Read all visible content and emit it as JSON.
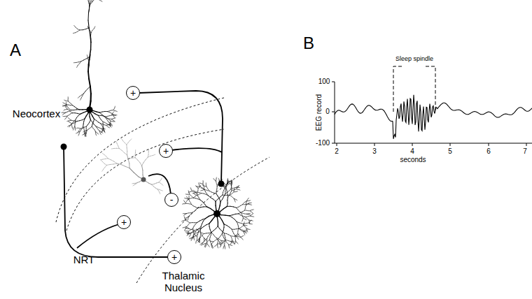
{
  "diagram": {
    "nodes": [
      {
        "text": [
          "+"
        ]
      },
      {
        "text": [
          "+"
        ]
      },
      {
        "text": [
          "-"
        ]
      },
      {
        "text": [
          "+"
        ]
      },
      {
        "text": [
          "+"
        ]
      }
    ],
    "labels": [
      "A",
      "Neocortex",
      "NRT",
      "Thalamic Nucleus",
      "B",
      "Sleep spindle",
      "EEG record",
      "100",
      "0",
      "-100",
      "2",
      "3",
      "4",
      "5",
      "6",
      "7",
      "seconds"
    ]
  }
}
